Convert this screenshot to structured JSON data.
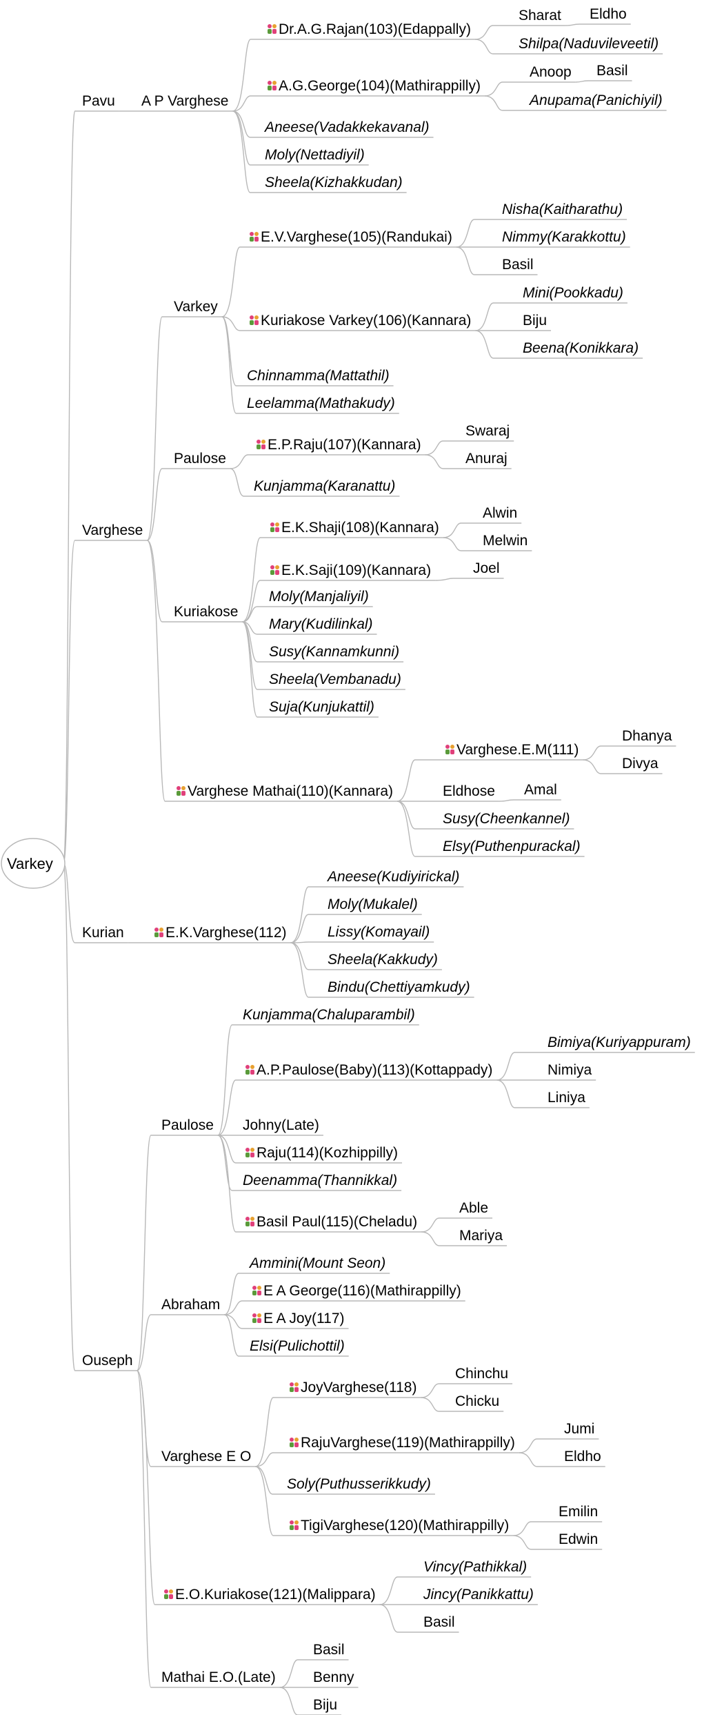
{
  "root": "Varkey",
  "texts": {
    "pavu": "Pavu",
    "ap": "A P Varghese",
    "rajan": "Dr.A.G.Rajan(103)(Edappally)",
    "sharat": "Sharat",
    "eldho1": "Eldho",
    "shilpa": "Shilpa(Naduvileveetil)",
    "george104": "A.G.George(104)(Mathirappilly)",
    "anoop": "Anoop",
    "basil1": "Basil",
    "anupama": "Anupama(Panichiyil)",
    "aneese1": "Aneese(Vadakkekavanal)",
    "moly1": "Moly(Nettadiyil)",
    "sheela1": "Sheela(Kizhakkudan)",
    "varghese": "Varghese",
    "varkey2": "Varkey",
    "ev105": "E.V.Varghese(105)(Randukai)",
    "nisha": "Nisha(Kaitharathu)",
    "nimmy": "Nimmy(Karakkottu)",
    "basil2": "Basil",
    "kv106": "Kuriakose Varkey(106)(Kannara)",
    "mini": "Mini(Pookkadu)",
    "biju1": "Biju",
    "beena": "Beena(Konikkara)",
    "chinnamma": "Chinnamma(Mattathil)",
    "leelamma": "Leelamma(Mathakudy)",
    "paulose1": "Paulose",
    "ep107": "E.P.Raju(107)(Kannara)",
    "swaraj": "Swaraj",
    "anuraj": "Anuraj",
    "kunjamma1": "Kunjamma(Karanattu)",
    "kuriakose": "Kuriakose",
    "shaji108": "E.K.Shaji(108)(Kannara)",
    "alwin": "Alwin",
    "melwin": "Melwin",
    "saji109": "E.K.Saji(109)(Kannara)",
    "joel": "Joel",
    "moly2": "Moly(Manjaliyil)",
    "mary": "Mary(Kudilinkal)",
    "susy1": "Susy(Kannamkunni)",
    "sheela2": "Sheela(Vembanadu)",
    "suja": "Suja(Kunjukattil)",
    "vm110": "Varghese Mathai(110)(Kannara)",
    "vem111": "Varghese.E.M(111)",
    "dhanya": "Dhanya",
    "divya": "Divya",
    "eldhose": "Eldhose",
    "amal": "Amal",
    "susy2": "Susy(Cheenkannel)",
    "elsy1": "Elsy(Puthenpurackal)",
    "kurian": "Kurian",
    "ek112": "E.K.Varghese(112)",
    "aneese2": "Aneese(Kudiyirickal)",
    "moly3": "Moly(Mukalel)",
    "lissy": "Lissy(Komayail)",
    "sheela3": "Sheela(Kakkudy)",
    "bindu": "Bindu(Chettiyamkudy)",
    "ouseph": "Ouseph",
    "paulose2": "Paulose",
    "kunjamma2": "Kunjamma(Chaluparambil)",
    "ap113": "A.P.Paulose(Baby)(113)(Kottappady)",
    "bimiya": "Bimiya(Kuriyappuram)",
    "nimiya": "Nimiya",
    "liniya": "Liniya",
    "johny": "Johny(Late)",
    "raju114": "Raju(114)(Kozhippilly)",
    "deenamma": "Deenamma(Thannikkal)",
    "basil115": "Basil Paul(115)(Cheladu)",
    "able": "Able",
    "mariya": "Mariya",
    "abraham": "Abraham",
    "ammini": "Ammini(Mount Seon)",
    "eag116": "E A George(116)(Mathirappilly)",
    "eaj117": "E A Joy(117)",
    "elsi": "Elsi(Pulichottil)",
    "vargheseeo": "Varghese E O",
    "joy118": "JoyVarghese(118)",
    "chinchu": "Chinchu",
    "chicku": "Chicku",
    "raju119": "RajuVarghese(119)(Mathirappilly)",
    "jumi": "Jumi",
    "eldho2": "Eldho",
    "soly": "Soly(Puthusserikkudy)",
    "tigi120": "TigiVarghese(120)(Mathirappilly)",
    "emilin": "Emilin",
    "edwin": "Edwin",
    "eok121": "E.O.Kuriakose(121)(Malippara)",
    "vincy": "Vincy(Pathikkal)",
    "jincy": "Jincy(Panikkattu)",
    "basil3": "Basil",
    "mathai": "Mathai E.O.(Late)",
    "basil4": "Basil",
    "benny": "Benny",
    "biju2": "Biju"
  },
  "colors": {
    "line": "#b8b8b8",
    "text": "#000000",
    "icon_pink": "#e0407a",
    "icon_green": "#5a9a3a",
    "icon_orange": "#e8a030"
  }
}
